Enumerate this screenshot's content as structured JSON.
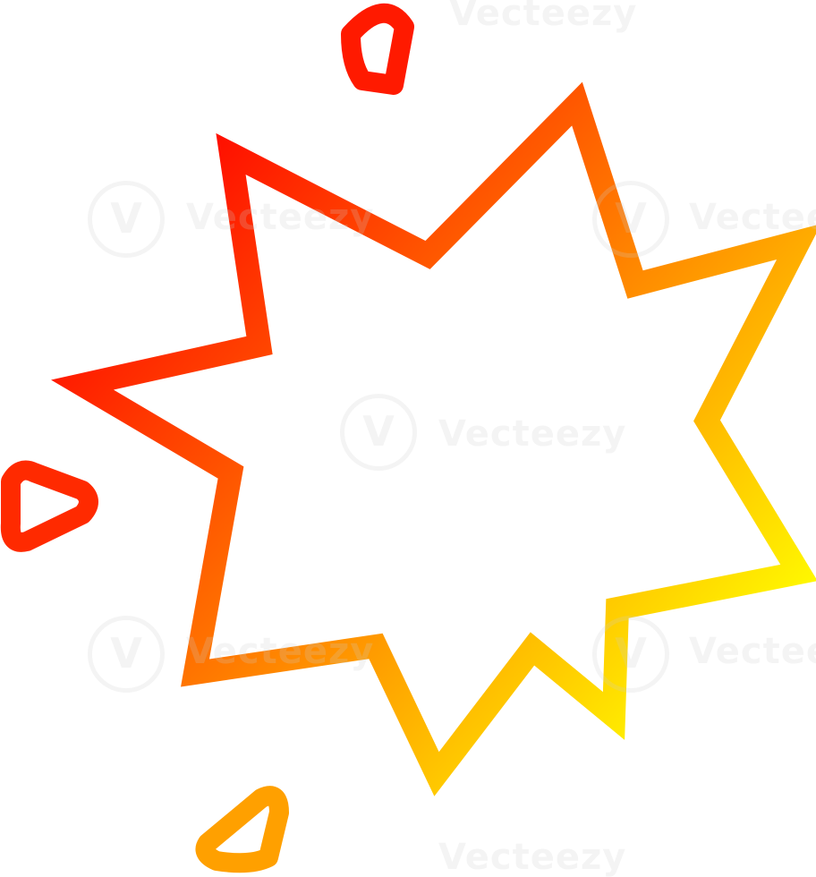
{
  "image": {
    "subject": "cartoon explosion burst",
    "style": "hand-drawn outline, warm gradient stroke",
    "gradient": {
      "start": "#ff0000",
      "mid": "#ff7a00",
      "end": "#ffff00"
    },
    "background": "#ffffff"
  },
  "watermark": {
    "text": "Vecteezy",
    "color": "#cdcdcd"
  }
}
